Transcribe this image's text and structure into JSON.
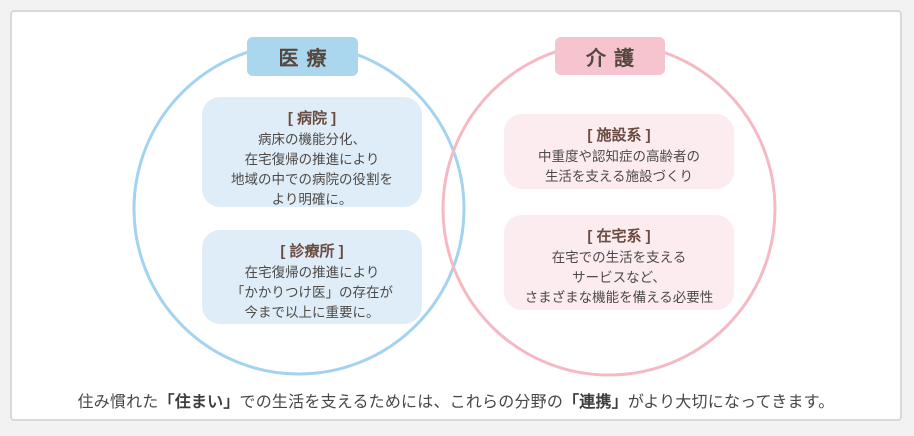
{
  "medical": {
    "label": "医療",
    "boxes": [
      {
        "heading": "[ 病院 ]",
        "lines": [
          "病床の機能分化、",
          "在宅復帰の推進により",
          "地域の中での病院の役割を",
          "より明確に。"
        ]
      },
      {
        "heading": "[ 診療所 ]",
        "lines": [
          "在宅復帰の推進により",
          "「かかりつけ医」の存在が",
          "今まで以上に重要に。"
        ]
      }
    ]
  },
  "care": {
    "label": "介護",
    "boxes": [
      {
        "heading": "[ 施設系 ]",
        "lines": [
          "中重度や認知症の高齢者の",
          "生活を支える施設づくり"
        ]
      },
      {
        "heading": "[ 在宅系 ]",
        "lines": [
          "在宅での生活を支える",
          "サービスなど、",
          "さまざまな機能を備える必要性"
        ]
      }
    ]
  },
  "caption": {
    "pre": "住み慣れた",
    "strong1": "「住まい」",
    "mid": "での生活を支えるためには、これらの分野の",
    "strong2": "「連携」",
    "post": "がより大切になってきます。"
  },
  "colors": {
    "medical_circle_stroke": "#a3d3ef",
    "care_circle_stroke": "#f5b9c4",
    "medical_label_bg": "#aad6ee",
    "care_label_bg": "#f6c4ce",
    "medical_box_bg": "#deedf8",
    "care_box_bg": "#fcecf0",
    "heading_text": "#6b4c41",
    "body_text": "#4e4a47",
    "card_border": "#d9d9d9",
    "page_bg": "#f2f2f2"
  }
}
